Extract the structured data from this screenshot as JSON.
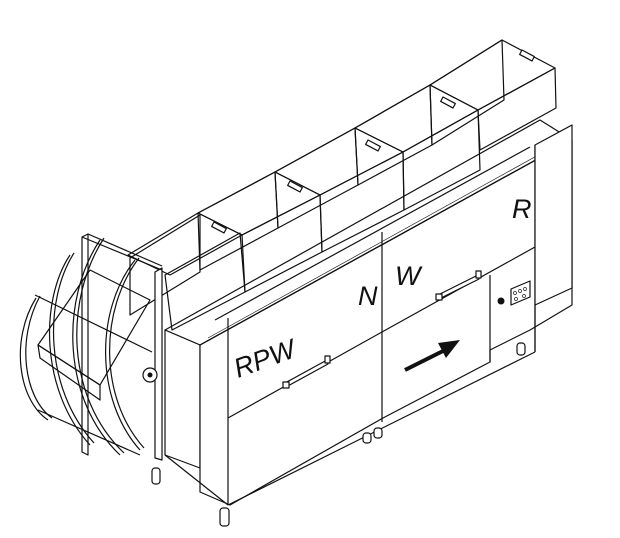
{
  "diagram": {
    "subject": "Basket conveyor washing machine with rotating loading cage",
    "labels": {
      "rpw": "RPW",
      "n": "N",
      "w": "W",
      "r": "R"
    },
    "baskets_count": 5,
    "icons": {
      "direction_arrow": "arrow-right-icon",
      "control_panel": "control-panel-icon",
      "indicator_knob": "knob-icon"
    },
    "colors": {
      "line": "#111111",
      "background": "#ffffff"
    }
  }
}
